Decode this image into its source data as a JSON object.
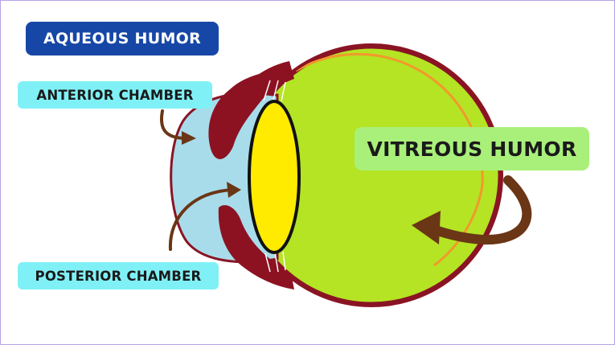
{
  "labels": {
    "aqueous_humor": "AQUEOUS HUMOR",
    "anterior_chamber": "ANTERIOR CHAMBER",
    "posterior_chamber": "POSTERIOR CHAMBER",
    "vitreous_humor": "VITREOUS HUMOR"
  },
  "colors": {
    "page_border": "#b7a3e6",
    "title_bg": "#1747a6",
    "title_text": "#ffffff",
    "chamber_label_bg": "#7ff1f6",
    "chamber_label_text": "#1a1a1a",
    "vitreous_label_bg": "#a9f07a",
    "vitreous_label_text": "#1a1a1a",
    "vitreous_body": "#b4e424",
    "sclera_outline": "#8a1424",
    "sclera_inner_band": "#f2992c",
    "aqueous_fluid": "#a8dcea",
    "iris_ciliary": "#8c1222",
    "lens": "#ffeb00",
    "lens_outline": "#111111",
    "arrow": "#6a3616"
  },
  "icons": [
    "arrow-anterior",
    "arrow-posterior",
    "arrow-vitreous"
  ]
}
